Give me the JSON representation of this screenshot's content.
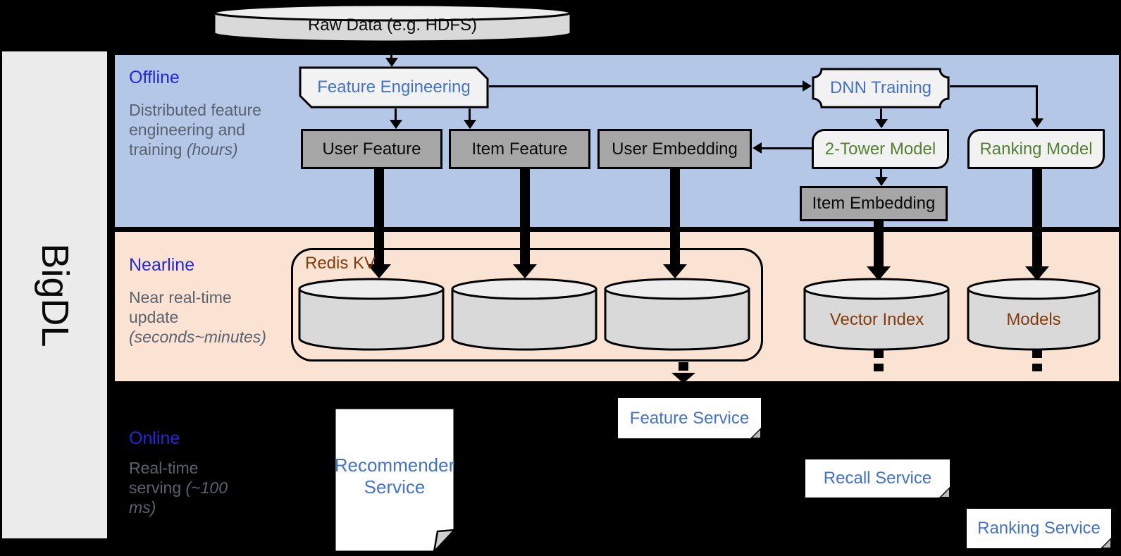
{
  "sidebar": {
    "brand": "BigDL"
  },
  "top": {
    "raw_data": "Raw Data (e.g. HDFS)"
  },
  "sections": {
    "offline": {
      "title": "Offline",
      "desc": "Distributed feature engineering and training ",
      "desc_italic": "(hours)"
    },
    "nearline": {
      "title": "Nearline",
      "desc": "Near real-time update ",
      "desc_italic": "(seconds~minutes)"
    },
    "online": {
      "title": "Online",
      "desc": "Real-time serving ",
      "desc_italic": "(~100 ms)"
    }
  },
  "nodes": {
    "feature_engineering": "Feature Engineering",
    "dnn_training": "DNN Training",
    "user_feature": "User Feature",
    "item_feature": "Item Feature",
    "user_embedding": "User Embedding",
    "two_tower_model": "2-Tower Model",
    "ranking_model": "Ranking Model",
    "item_embedding": "Item Embedding",
    "redis_kv": "Redis KV",
    "vector_index": "Vector Index",
    "models": "Models",
    "recommender_service_line1": "Recommender",
    "recommender_service_line2": "Service",
    "feature_service": "Feature Service",
    "recall_service": "Recall Service",
    "ranking_service": "Ranking Service"
  },
  "colors": {
    "heading_blue": "#2428d4",
    "node_text_blue": "#4472c4",
    "model_text_green": "#538135",
    "storage_text_brown": "#843c0c",
    "offline_bg": "#b4c7e7",
    "nearline_bg": "#fbe3d4",
    "online_bg": "#000000",
    "dark_box": "#a6a6a6",
    "light_box": "#f2f2f2",
    "cylinder": "#d9d9d9",
    "sidebar_bg": "#ebebeb"
  }
}
